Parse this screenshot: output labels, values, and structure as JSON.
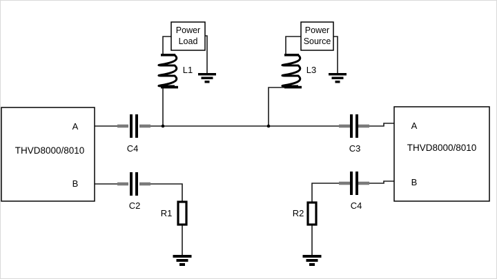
{
  "diagram": {
    "left_chip": {
      "label": "THVD8000/8010",
      "pin_a": "A",
      "pin_b": "B"
    },
    "right_chip": {
      "label": "THVD8000/8010",
      "pin_a": "A",
      "pin_b": "B"
    },
    "power_load": {
      "line1": "Power",
      "line2": "Load"
    },
    "power_source": {
      "line1": "Power",
      "line2": "Source"
    },
    "labels": {
      "l1": "L1",
      "l3": "L3",
      "c4_left": "C4",
      "c2": "C2",
      "c3": "C3",
      "c4_right": "C4",
      "r1": "R1",
      "r2": "R2"
    },
    "colors": {
      "background": "#ffffff",
      "wire": "#1a1a1a",
      "symbol": "#000000",
      "capacitor_lead_gray": "#7a7a7a",
      "frame_border": "#d9d9d9"
    }
  }
}
